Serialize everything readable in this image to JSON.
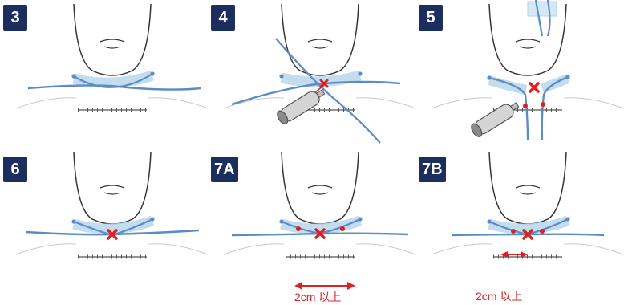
{
  "panels": [
    {
      "label": "3"
    },
    {
      "label": "4"
    },
    {
      "label": "5"
    },
    {
      "label": "6"
    },
    {
      "label": "7A",
      "note": "2cm 以上"
    },
    {
      "label": "7B",
      "note": "2cm 以上"
    }
  ],
  "colors": {
    "badge": "#1c2e5e",
    "cord": "#5b8cc6",
    "sheath": "#bcd8ec",
    "mark": "#e02020",
    "outline": "#333333"
  }
}
